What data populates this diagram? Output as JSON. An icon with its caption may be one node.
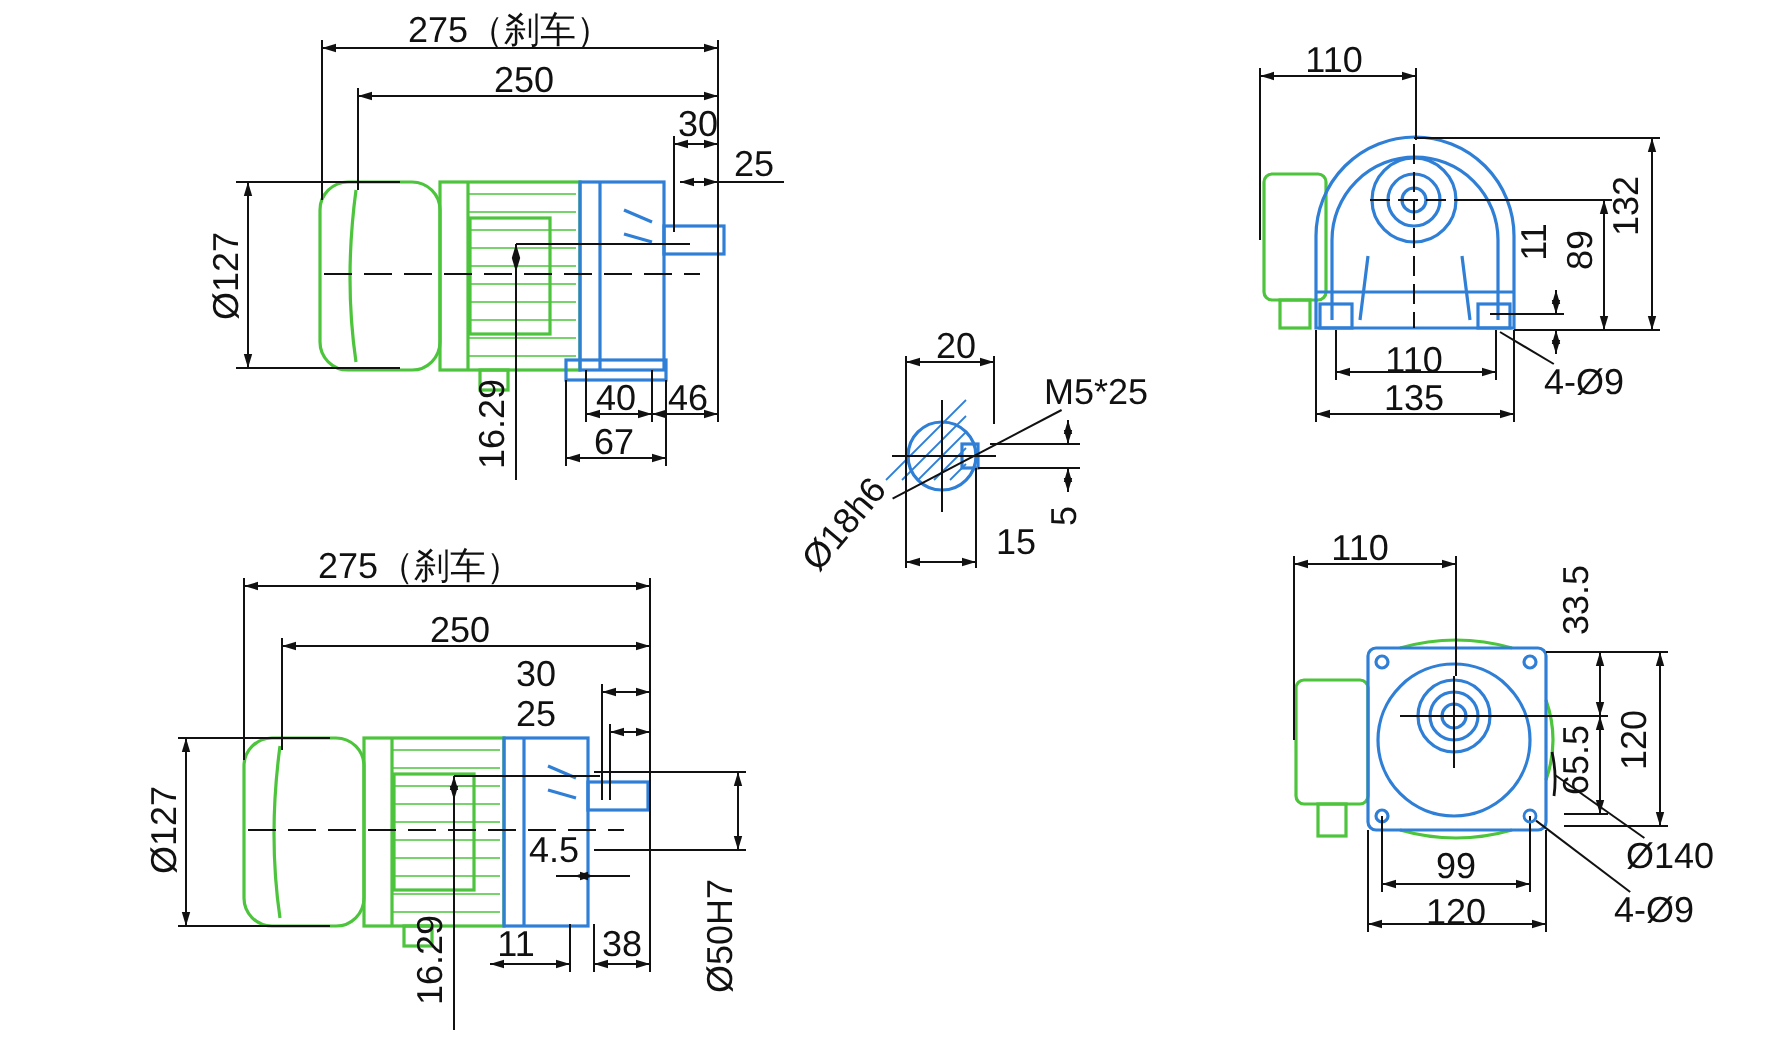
{
  "diagram": {
    "nodes": [
      {
        "text": [
          "M5*25"
        ]
      },
      {
        "text": [
          "Ø18h6"
        ]
      },
      {
        "text": [
          "4-Ø9"
        ]
      },
      {
        "text": [
          "Ø140"
        ]
      },
      {
        "text": [
          "4-Ø9"
        ]
      },
      {
        "text": [],
        "shape": "circle"
      },
      {
        "text": [],
        "shape": "circle"
      }
    ],
    "edges": [
      {
        "from": 0,
        "to": 1,
        "arrow": "none"
      },
      {
        "from": 2,
        "to": null,
        "arrow": "none"
      },
      {
        "from": 3,
        "to": 5,
        "arrow": "none"
      },
      {
        "from": 4,
        "to": 6,
        "arrow": "none"
      }
    ],
    "labels": [
      "275（刹车）",
      "250",
      "30",
      "25",
      "Ø127",
      "16.29",
      "40",
      "46",
      "67",
      "20",
      "5",
      "15",
      "110",
      "132",
      "11",
      "89",
      "110",
      "135",
      "275（刹车）",
      "250",
      "30",
      "25",
      "Ø127",
      "4.5",
      "16.29",
      "11",
      "38",
      "Ø50H7",
      "110",
      "33.5",
      "65.5",
      "120",
      "99",
      "120"
    ]
  }
}
